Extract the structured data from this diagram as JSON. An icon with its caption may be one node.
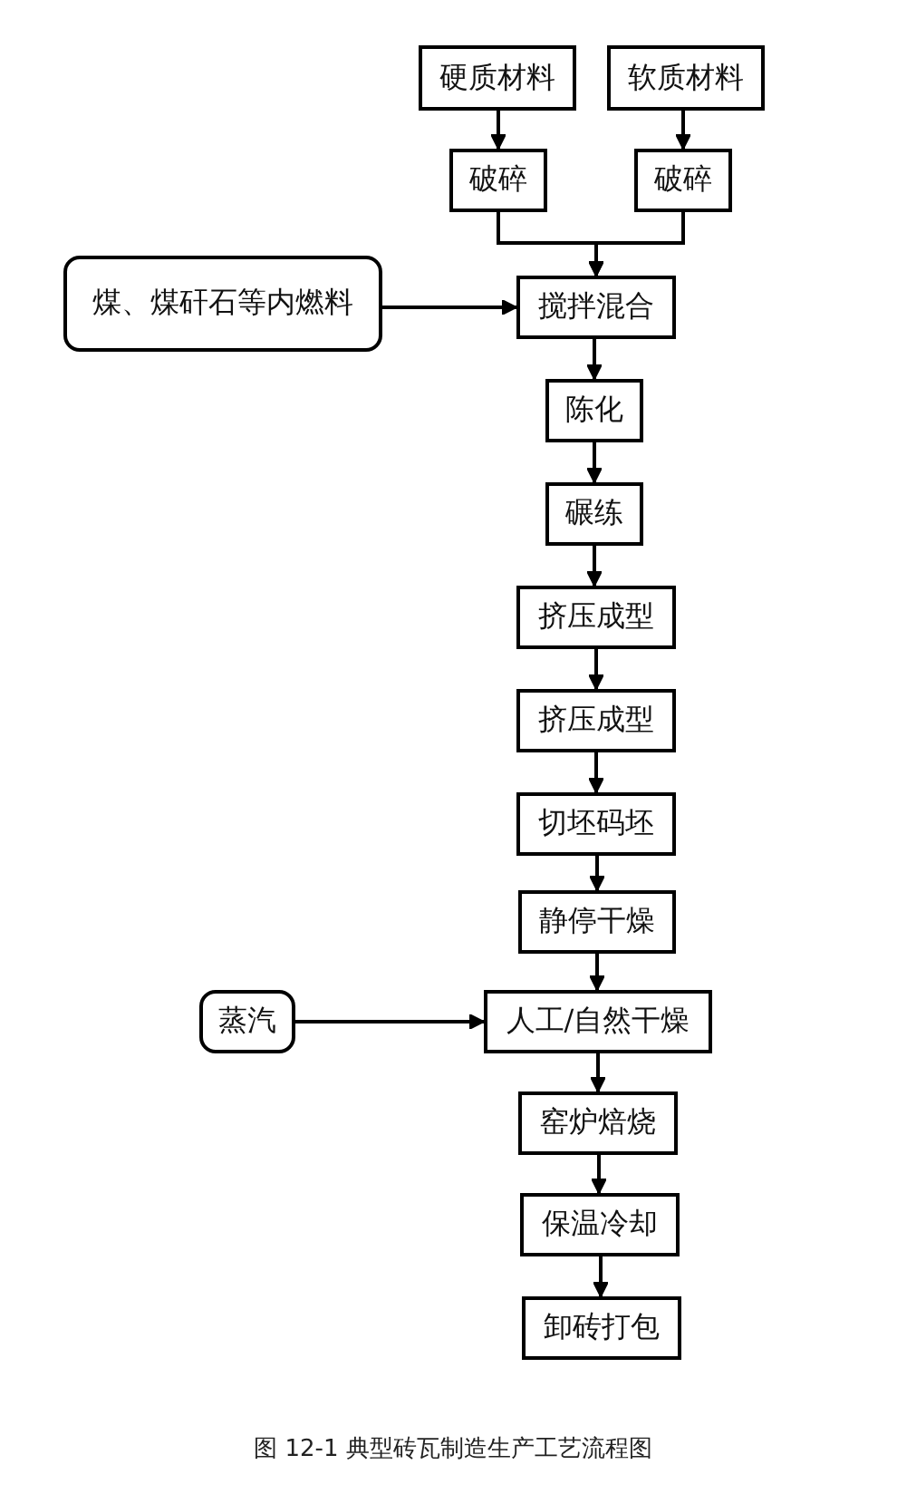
{
  "diagram": {
    "caption": "图 12-1 典型砖瓦制造生产工艺流程图",
    "nodes": [
      {
        "text": [
          "硬质材料"
        ]
      },
      {
        "text": [
          "软质材料"
        ]
      },
      {
        "text": [
          "破碎"
        ]
      },
      {
        "text": [
          "破碎"
        ]
      },
      {
        "text": [
          "煤、煤矸石等内燃料"
        ]
      },
      {
        "text": [
          "搅拌混合"
        ]
      },
      {
        "text": [
          "陈化"
        ]
      },
      {
        "text": [
          "碾练"
        ]
      },
      {
        "text": [
          "挤压成型"
        ]
      },
      {
        "text": [
          "挤压成型"
        ]
      },
      {
        "text": [
          "切坯码坯"
        ]
      },
      {
        "text": [
          "静停干燥"
        ]
      },
      {
        "text": [
          "蒸汽"
        ]
      },
      {
        "text": [
          "人工/自然干燥"
        ]
      },
      {
        "text": [
          "窑炉焙烧"
        ]
      },
      {
        "text": [
          "保温冷却"
        ]
      },
      {
        "text": [
          "卸砖打包"
        ]
      }
    ],
    "edges": [
      {
        "from": 0,
        "to": 2,
        "arrow": "to"
      },
      {
        "from": 1,
        "to": 3,
        "arrow": "to"
      },
      {
        "from": 2,
        "to": 5,
        "arrow": "to"
      },
      {
        "from": 3,
        "to": 5,
        "arrow": "to"
      },
      {
        "from": 4,
        "to": 5,
        "arrow": "to"
      },
      {
        "from": 5,
        "to": 6,
        "arrow": "to"
      },
      {
        "from": 6,
        "to": 7,
        "arrow": "to"
      },
      {
        "from": 7,
        "to": 8,
        "arrow": "to"
      },
      {
        "from": 8,
        "to": 9,
        "arrow": "to"
      },
      {
        "from": 9,
        "to": 10,
        "arrow": "to"
      },
      {
        "from": 10,
        "to": 11,
        "arrow": "to"
      },
      {
        "from": 11,
        "to": 13,
        "arrow": "to"
      },
      {
        "from": 12,
        "to": 13,
        "arrow": "to"
      },
      {
        "from": 13,
        "to": 14,
        "arrow": "to"
      },
      {
        "from": 14,
        "to": 15,
        "arrow": "to"
      },
      {
        "from": 15,
        "to": 16,
        "arrow": "to"
      }
    ]
  }
}
